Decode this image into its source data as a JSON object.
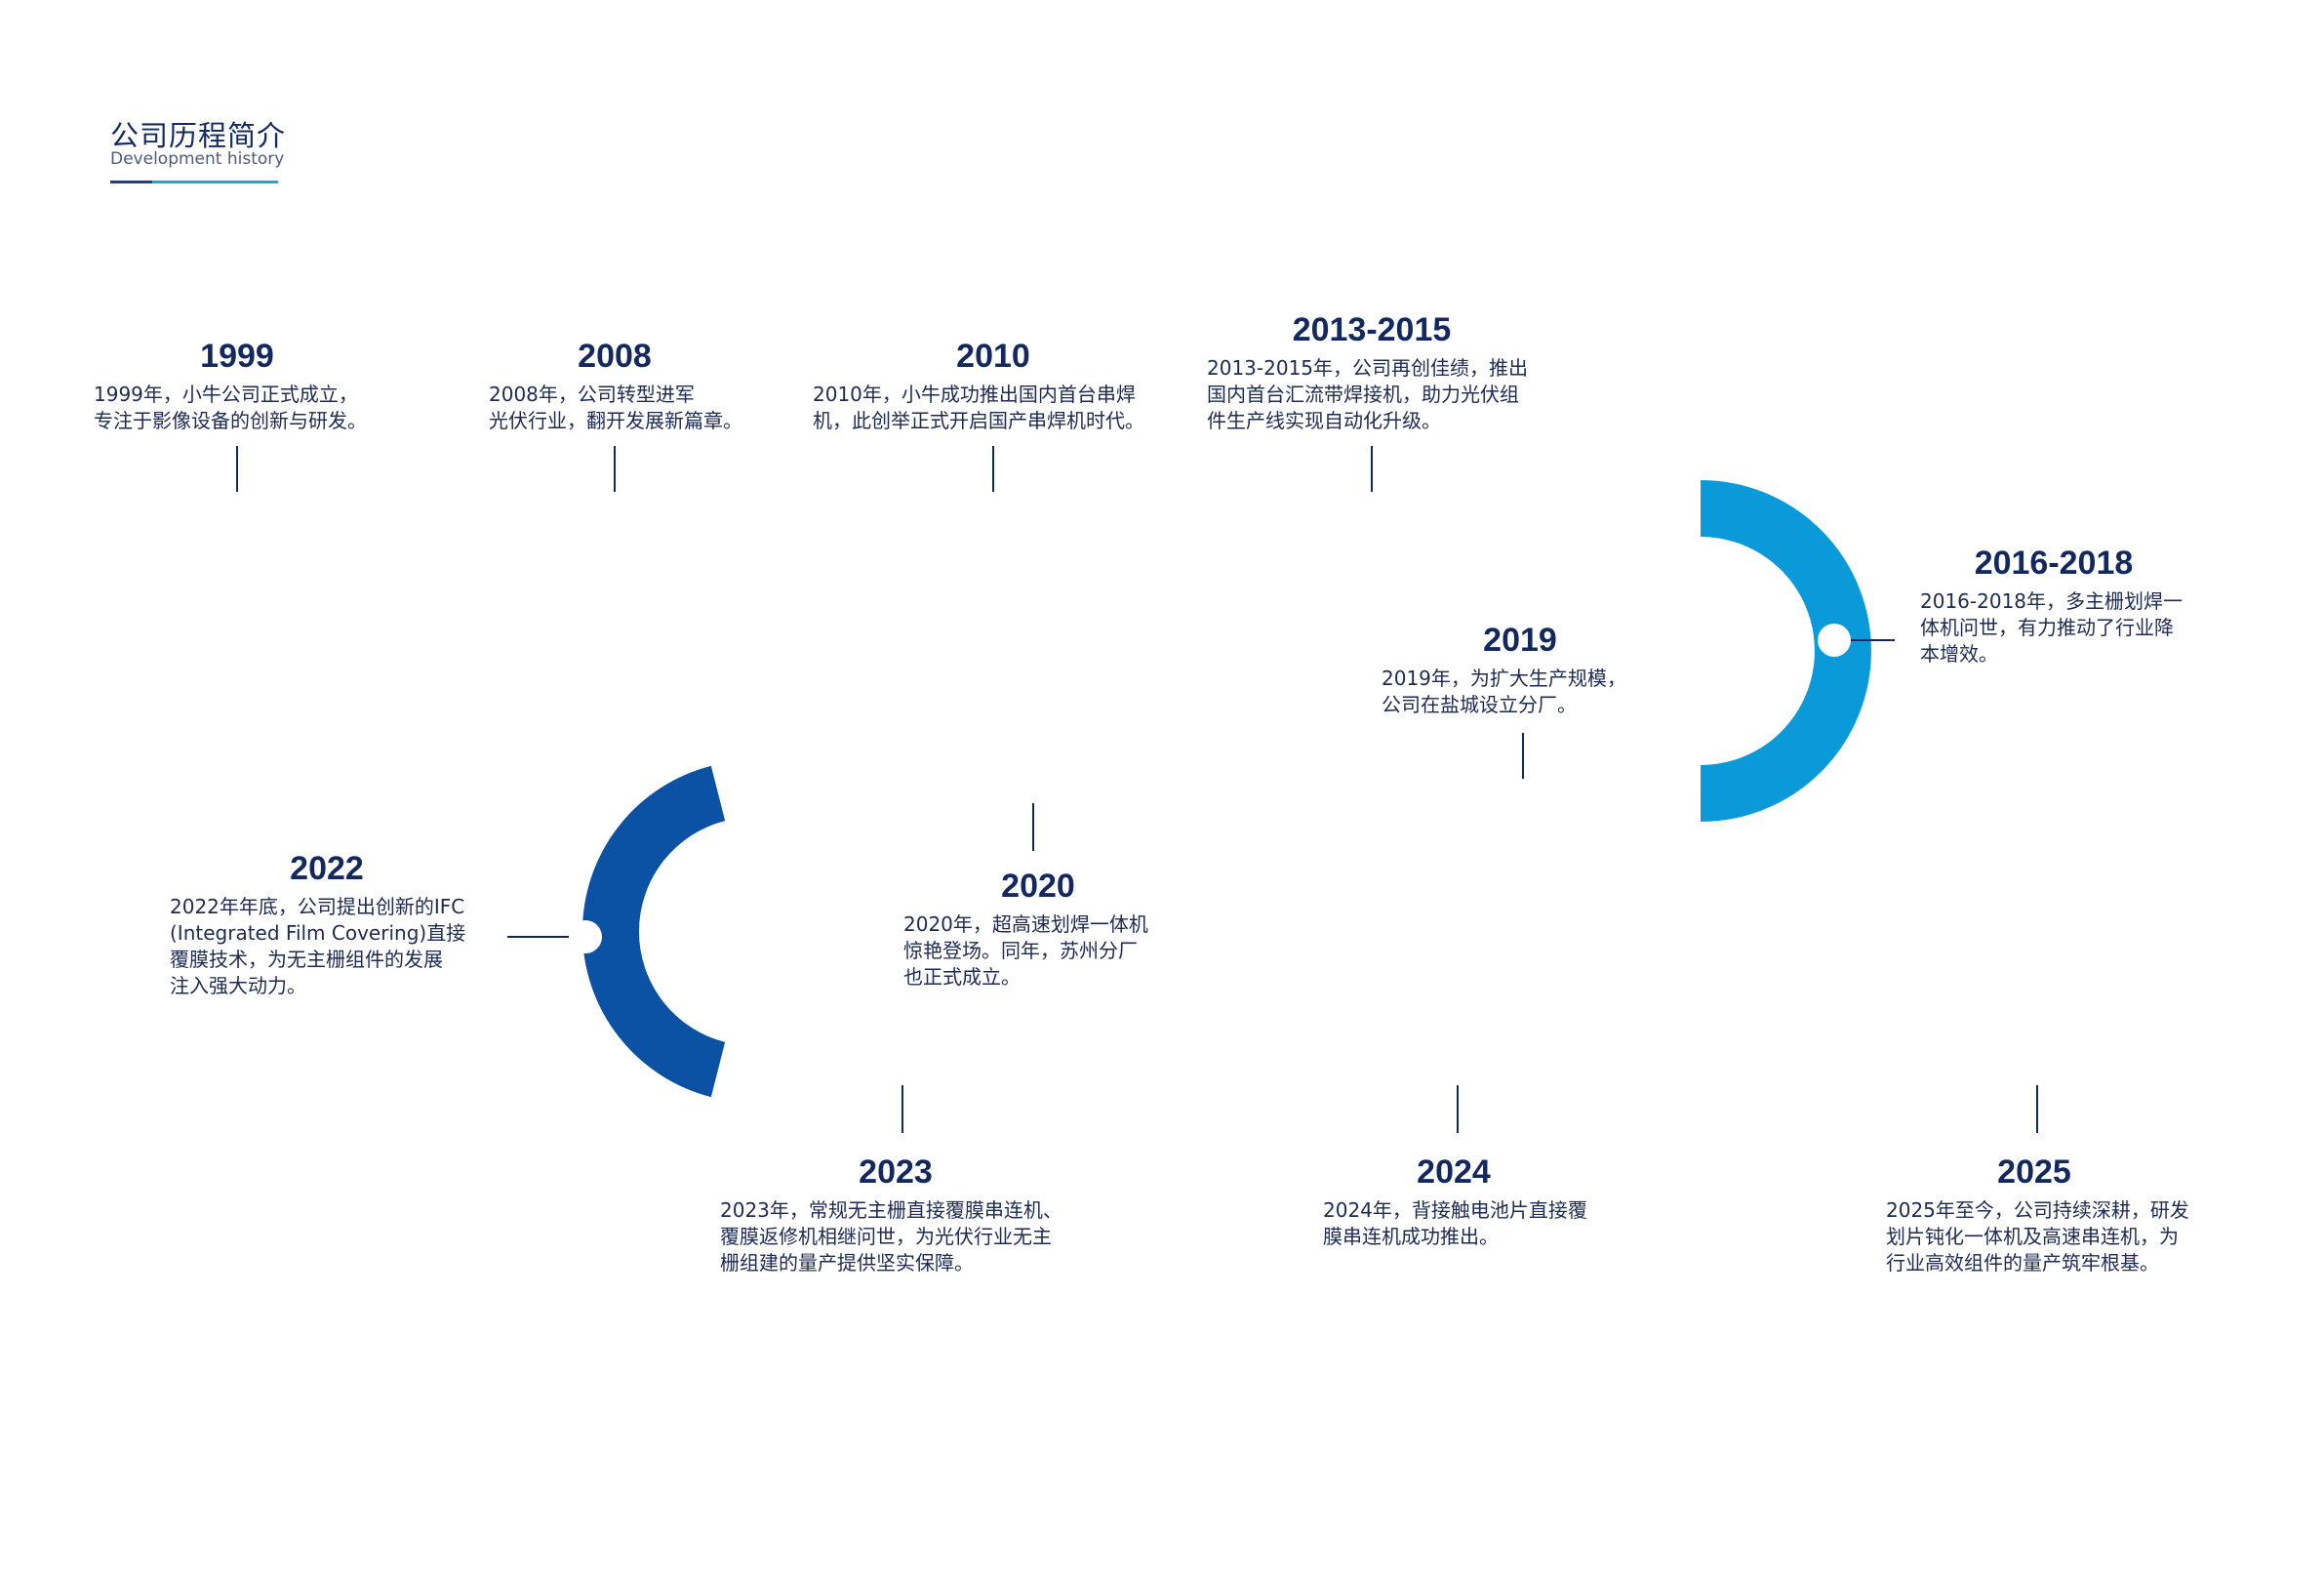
{
  "header": {
    "title": "公司历程简介",
    "subtitle": "Development history"
  },
  "colors": {
    "road_start": "#0a318d",
    "road_mid": "#0b79c5",
    "road_end": "#0aa3df",
    "node_fill": "#ffffff",
    "text_dark": "#13285e"
  },
  "events": [
    {
      "year": "1999",
      "lines": [
        "1999年，小牛公司正式成立，",
        "专注于影像设备的创新与研发。"
      ]
    },
    {
      "year": "2008",
      "lines": [
        "2008年，公司转型进军",
        "光伏行业，翻开发展新篇章。"
      ]
    },
    {
      "year": "2010",
      "lines": [
        "2010年，小牛成功推出国内首台串焊",
        "机，此创举正式开启国产串焊机时代。"
      ]
    },
    {
      "year": "2013-2015",
      "lines": [
        "2013-2015年，公司再创佳绩，推出",
        "国内首台汇流带焊接机，助力光伏组",
        "件生产线实现自动化升级。"
      ]
    },
    {
      "year": "2016-2018",
      "lines": [
        "2016-2018年，多主栅划焊一",
        "体机问世，有力推动了行业降",
        "本增效。"
      ]
    },
    {
      "year": "2019",
      "lines": [
        "2019年，为扩大生产规模，",
        "公司在盐城设立分厂。"
      ]
    },
    {
      "year": "2020",
      "lines": [
        "2020年，超高速划焊一体机",
        "惊艳登场。同年，苏州分厂",
        "也正式成立。"
      ]
    },
    {
      "year": "2022",
      "lines": [
        "2022年年底，公司提出创新的IFC",
        "(Integrated Film Covering)直接",
        "覆膜技术，为无主栅组件的发展",
        "注入强大动力。"
      ]
    },
    {
      "year": "2023",
      "lines": [
        "2023年，常规无主栅直接覆膜串连机、",
        "覆膜返修机相继问世，为光伏行业无主",
        "栅组建的量产提供坚实保障。"
      ]
    },
    {
      "year": "2024",
      "lines": [
        "2024年，背接触电池片直接覆",
        "膜串连机成功推出。"
      ]
    },
    {
      "year": "2025",
      "lines": [
        "2025年至今，公司持续深耕，研发",
        "划片钝化一体机及高速串连机，为",
        "行业高效组件的量产筑牢根基。"
      ]
    }
  ]
}
